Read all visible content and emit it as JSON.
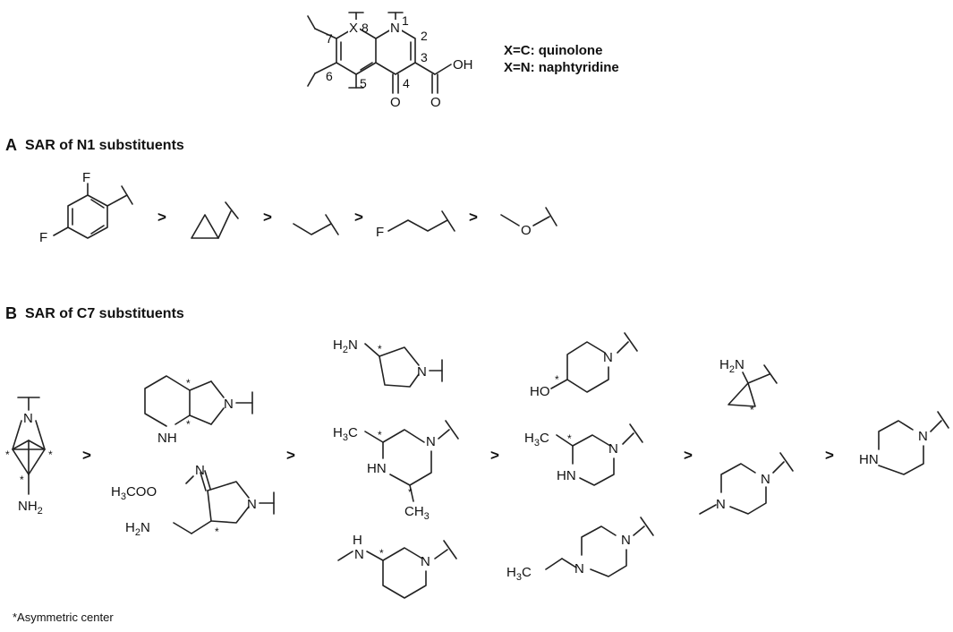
{
  "core": {
    "legend": [
      "X=C: quinolone",
      "X=N: naphtyridine"
    ],
    "positions": [
      "1",
      "2",
      "3",
      "4",
      "5",
      "6",
      "7",
      "8"
    ],
    "atoms": {
      "ring_x": "X",
      "ring_n": "N",
      "ketone_o": "O",
      "acid_oh": "OH",
      "acid_o": "O"
    }
  },
  "section_a": {
    "letter": "A",
    "title": "SAR of N1 substituents",
    "atoms": {
      "f_ortho": "F",
      "f_para": "F",
      "f_fluoroethyl": "F",
      "o_methoxy": "O"
    },
    "operators": [
      ">",
      ">",
      ">",
      ">"
    ]
  },
  "section_b": {
    "letter": "B",
    "title": "SAR of C7 substituents",
    "operators": [
      ">",
      ">",
      ">",
      ">",
      ">"
    ],
    "atoms": {
      "bicyclo_n": "N",
      "bicyclo_nh2": "NH",
      "bicyclo_nh2_sub": "2",
      "octahydro_n": "N",
      "octahydro_nh": "N",
      "octahydro_nh_h": "H",
      "oxime_n": "N",
      "oxime_label": "H",
      "oxime_label_sub": "3",
      "oxime_label_tail": "CO",
      "oxime_o": "O",
      "amine_label": "H",
      "amine_label_sub": "2",
      "amine_label_tail": "N",
      "pyrrolidine_n": "N",
      "aminopyrrolidine_label": "H",
      "aminopyrrolidine_sub": "2",
      "aminopyrrolidine_n_tail": "N",
      "aminopyrrolidine_ring_n": "N",
      "dimethylpiperazine_ch3_top": "H",
      "dimethylpiperazine_ch3_top_sub": "3",
      "dimethylpiperazine_ch3_top_c": "C",
      "dimethylpiperazine_hn": "HN",
      "dimethylpiperazine_n": "N",
      "dimethylpiperazine_ch3_bottom": "CH",
      "dimethylpiperazine_ch3_bottom_sub": "3",
      "methylaminopiperidine_nh_h": "H",
      "methylaminopiperidine_nh_n": "N",
      "methylaminopiperidine_ring_n": "N",
      "hydroxypiperidine_ho": "HO",
      "hydroxypiperidine_n": "N",
      "methylpiperazine_ch3": "H",
      "methylpiperazine_ch3_sub": "3",
      "methylpiperazine_ch3_c": "C",
      "methylpiperazine_hn": "HN",
      "methylpiperazine_n": "N",
      "ethylpiperazine_ch3": "H",
      "ethylpiperazine_ch3_sub": "3",
      "ethylpiperazine_ch3_c": "C",
      "ethylpiperazine_n1": "N",
      "ethylpiperazine_n2": "N",
      "aminocyclopropyl_label": "H",
      "aminocyclopropyl_sub": "2",
      "aminocyclopropyl_n": "N",
      "nmethylpiperazine_n1": "N",
      "nmethylpiperazine_n2": "N",
      "piperazine_hn": "HN",
      "piperazine_n": "N"
    }
  },
  "asymmetric_marker": "*",
  "footnote": "*Asymmetric center"
}
